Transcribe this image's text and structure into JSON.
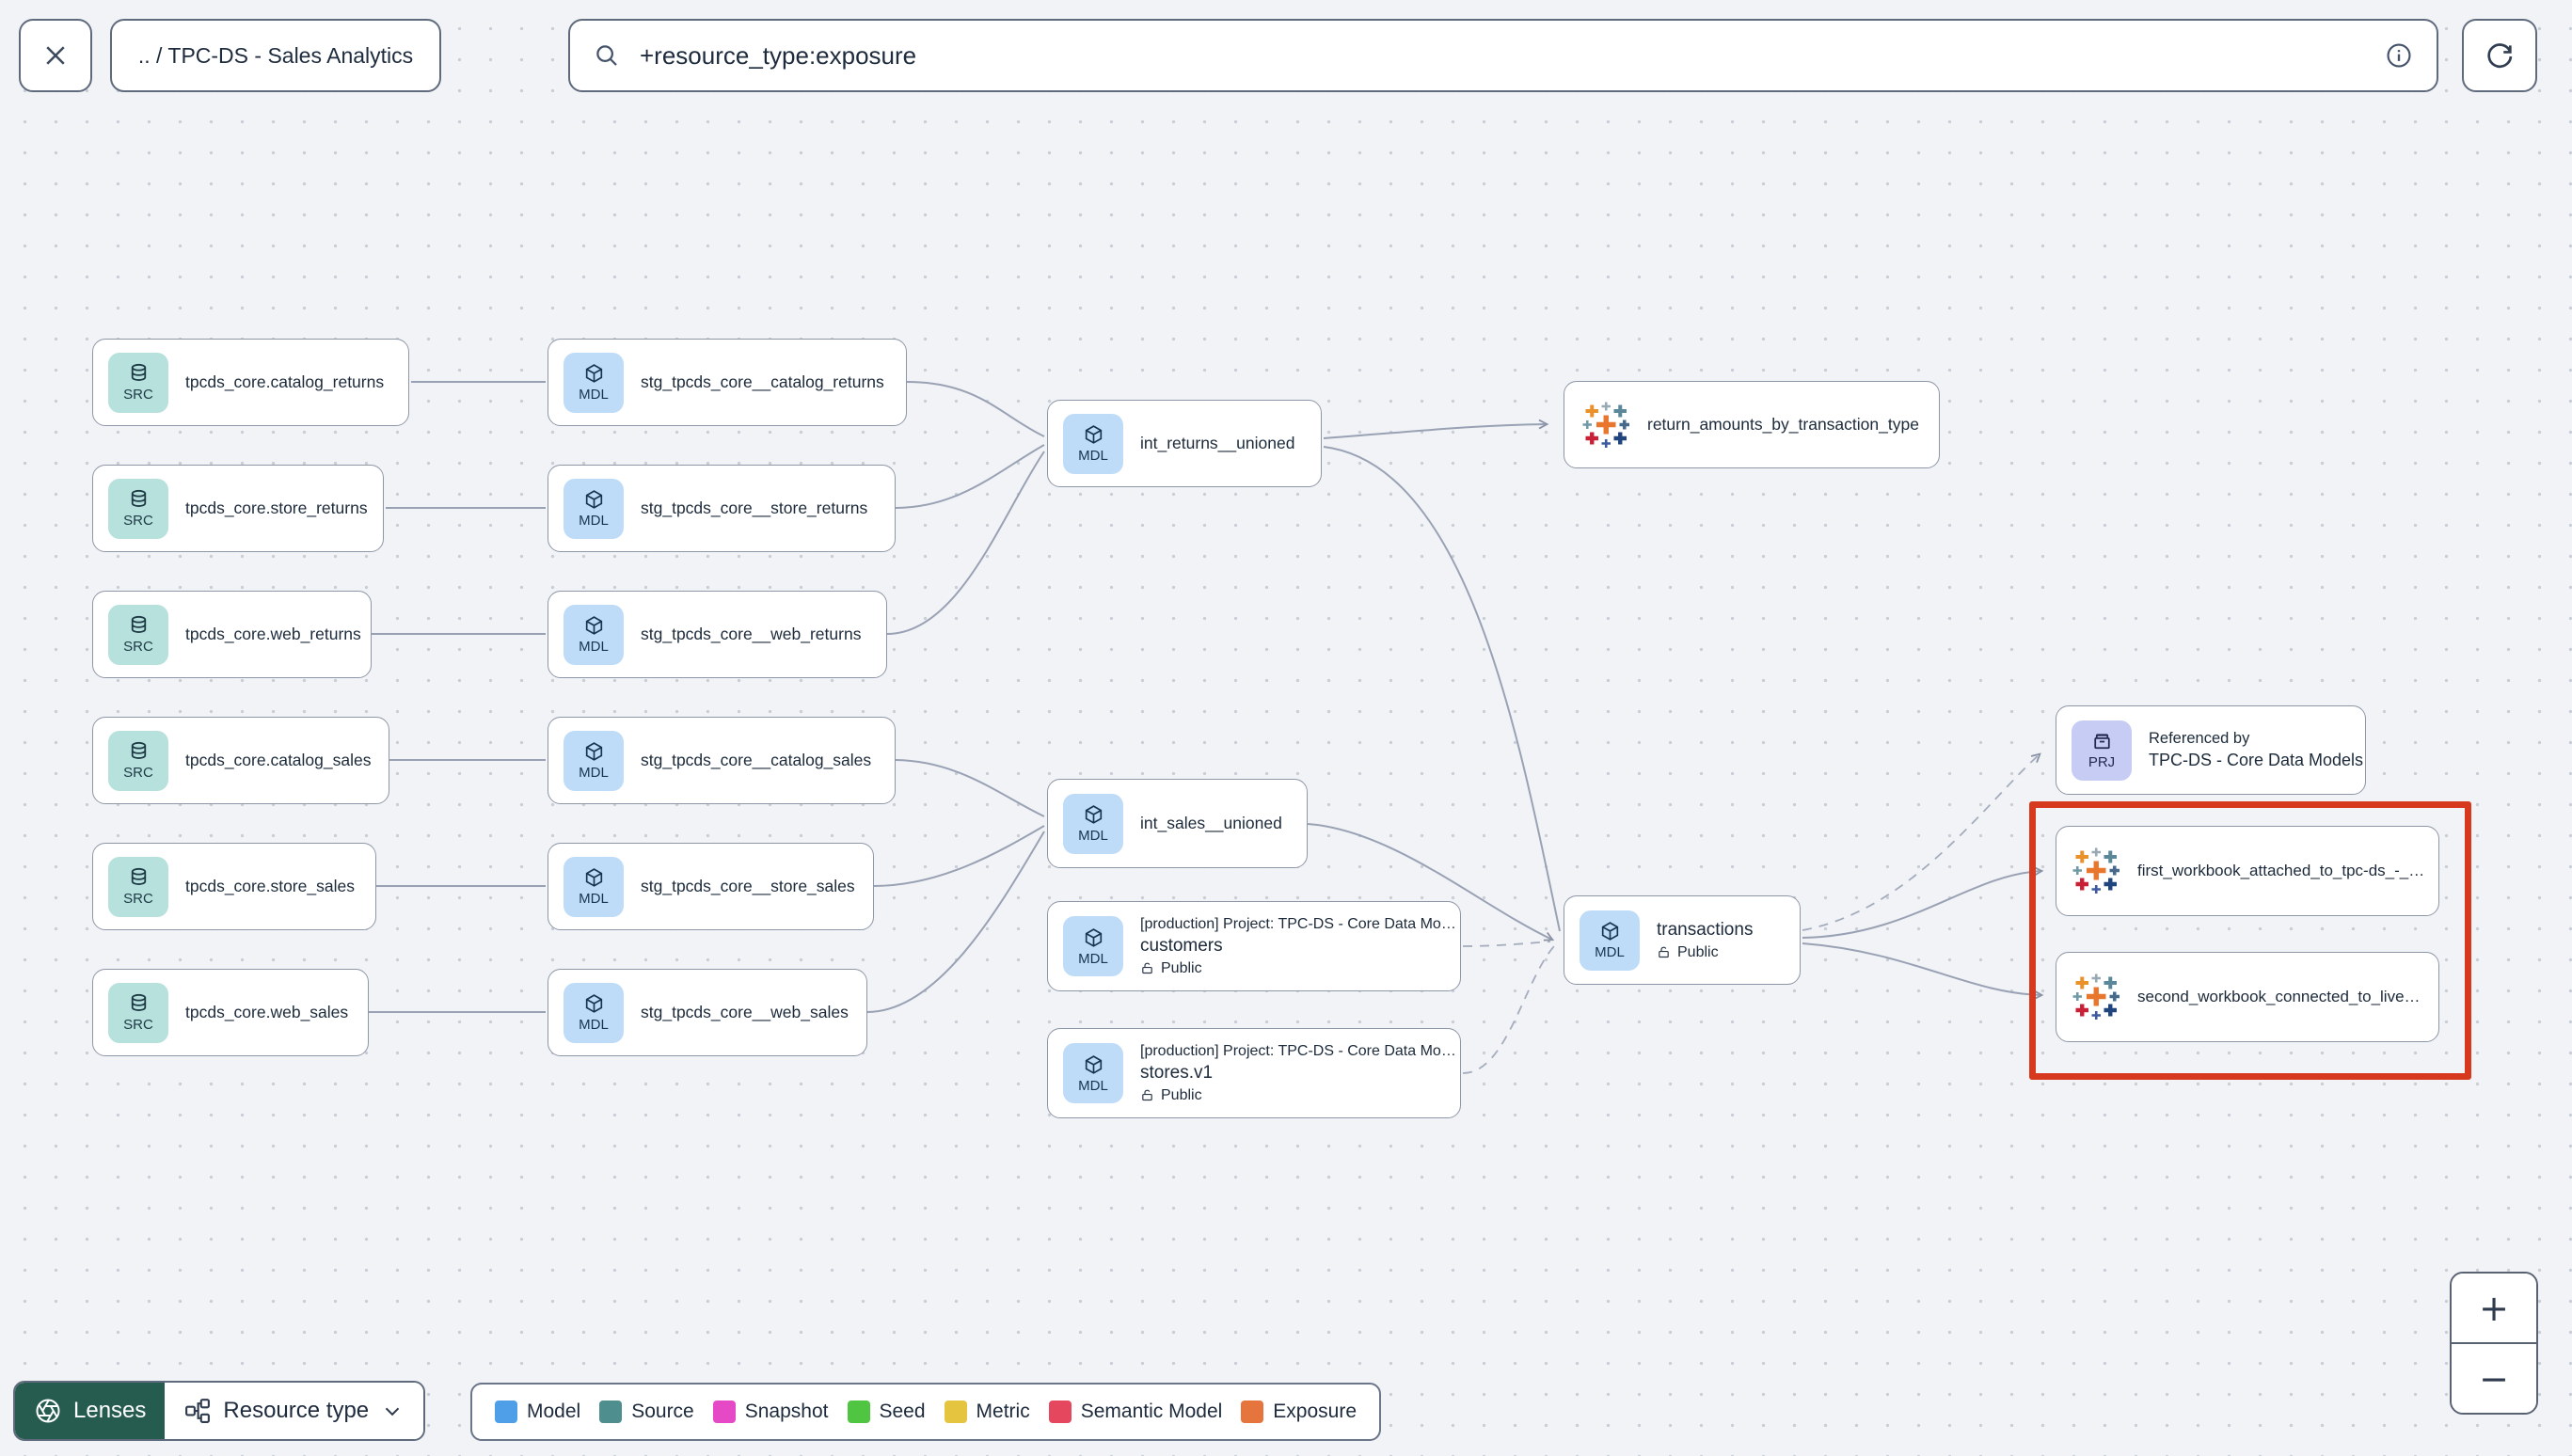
{
  "header": {
    "breadcrumb": ".. / TPC-DS - Sales Analytics",
    "search_value": "+resource_type:exposure"
  },
  "badges": {
    "src": "SRC",
    "mdl": "MDL",
    "prj": "PRJ"
  },
  "nodes": {
    "sources": [
      {
        "label": "tpcds_core.catalog_returns"
      },
      {
        "label": "tpcds_core.store_returns"
      },
      {
        "label": "tpcds_core.web_returns"
      },
      {
        "label": "tpcds_core.catalog_sales"
      },
      {
        "label": "tpcds_core.store_sales"
      },
      {
        "label": "tpcds_core.web_sales"
      }
    ],
    "staging": [
      {
        "label": "stg_tpcds_core__catalog_returns"
      },
      {
        "label": "stg_tpcds_core__store_returns"
      },
      {
        "label": "stg_tpcds_core__web_returns"
      },
      {
        "label": "stg_tpcds_core__catalog_sales"
      },
      {
        "label": "stg_tpcds_core__store_sales"
      },
      {
        "label": "stg_tpcds_core__web_sales"
      }
    ],
    "int_returns": {
      "label": "int_returns__unioned"
    },
    "int_sales": {
      "label": "int_sales__unioned"
    },
    "customers": {
      "project": "[production] Project: TPC-DS - Core Data Mo…",
      "label": "customers",
      "access": "Public"
    },
    "stores": {
      "project": "[production] Project: TPC-DS - Core Data Mo…",
      "label": "stores.v1",
      "access": "Public"
    },
    "transactions": {
      "label": "transactions",
      "access": "Public"
    },
    "return_amounts": {
      "label": "return_amounts_by_transaction_type"
    },
    "referenced_by": {
      "title": "Referenced by",
      "label": "TPC-DS - Core Data Models"
    },
    "workbook_first": {
      "label": "first_workbook_attached_to_tpc-ds_-_…"
    },
    "workbook_second": {
      "label": "second_workbook_connected_to_live…"
    }
  },
  "footer": {
    "lenses": "Lenses",
    "resource_type": "Resource type",
    "legend": [
      {
        "label": "Model",
        "color": "#4E9FE8"
      },
      {
        "label": "Source",
        "color": "#4F8E8E"
      },
      {
        "label": "Snapshot",
        "color": "#E549C5"
      },
      {
        "label": "Seed",
        "color": "#4FC542"
      },
      {
        "label": "Metric",
        "color": "#E5C43F"
      },
      {
        "label": "Semantic Model",
        "color": "#E5485E"
      },
      {
        "label": "Exposure",
        "color": "#E5743D"
      }
    ]
  },
  "zoom": {
    "in": "+",
    "out": "−"
  },
  "highlight_color": "#D6391D"
}
